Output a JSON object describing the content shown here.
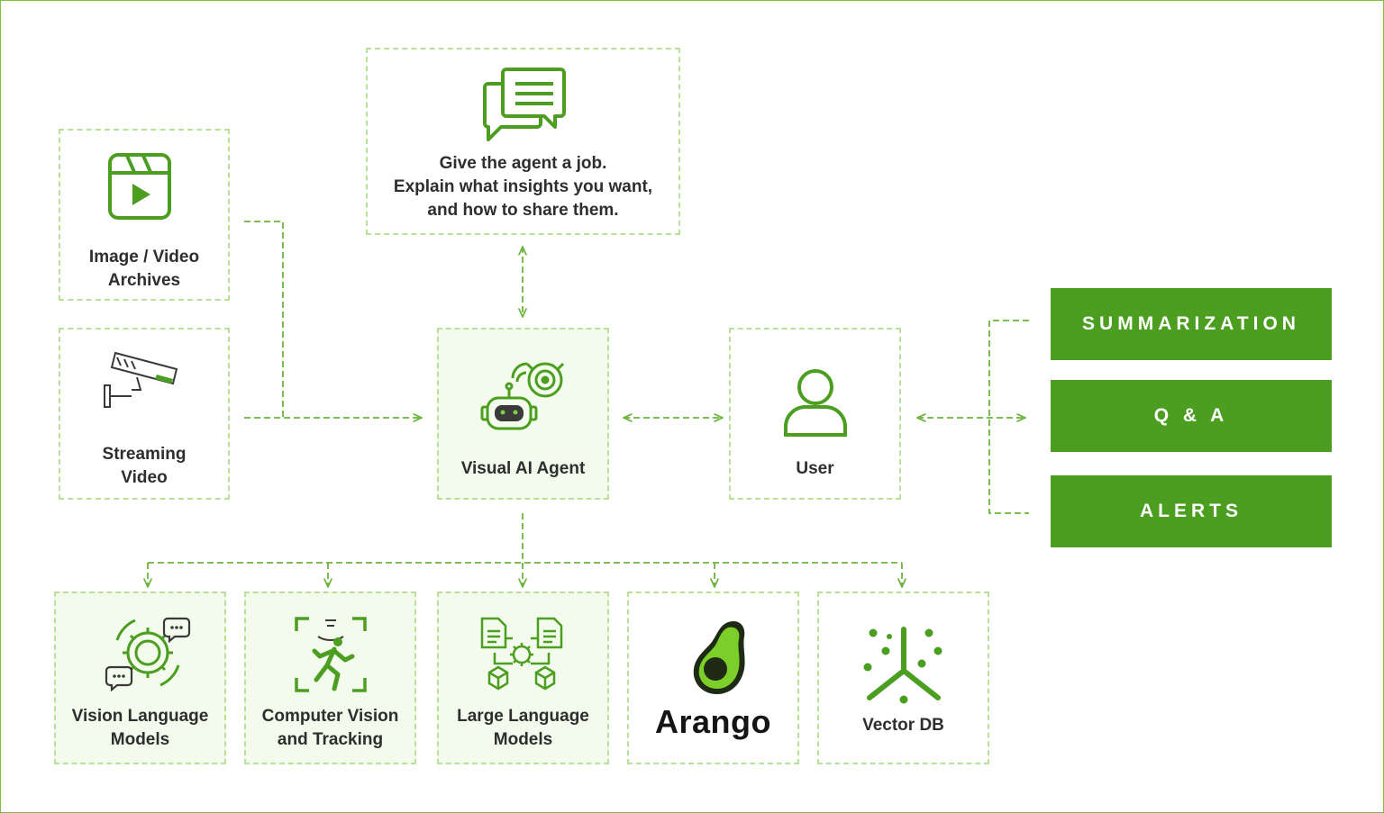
{
  "inputs": {
    "archives_label": "Image / Video\nArchives",
    "streaming_label": "Streaming\nVideo"
  },
  "prompt": {
    "text": "Give the agent a job.\nExplain what insights you want,\nand how to share them."
  },
  "agent": {
    "label": "Visual AI Agent"
  },
  "user": {
    "label": "User"
  },
  "outputs": [
    {
      "label": "SUMMARIZATION"
    },
    {
      "label": "Q & A"
    },
    {
      "label": "ALERTS"
    }
  ],
  "components": [
    {
      "label": "Vision Language\nModels",
      "icon": "brain-gear-icon"
    },
    {
      "label": "Computer Vision\nand Tracking",
      "icon": "running-person-scan-icon"
    },
    {
      "label": "Large Language\nModels",
      "icon": "documents-gear-icon"
    },
    {
      "label": "Arango",
      "icon": "avocado-logo-icon"
    },
    {
      "label": "Vector DB",
      "icon": "vector-db-icon"
    }
  ],
  "colors": {
    "accent": "#4c9e21",
    "border": "#b9e19a",
    "connector": "#6cb43f",
    "tint": "#f3fbec"
  }
}
